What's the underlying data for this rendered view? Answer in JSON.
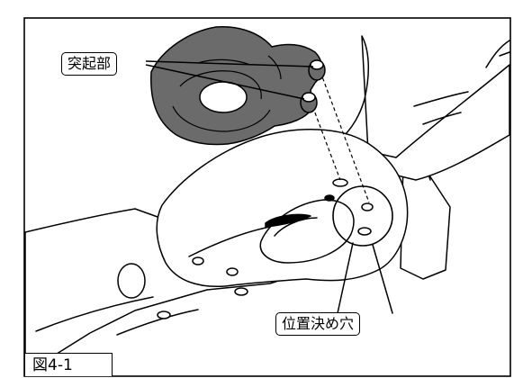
{
  "figure": {
    "caption": "図4-1",
    "labels": {
      "protrusion": "突起部",
      "positioning_holes": "位置決め穴"
    }
  },
  "colors": {
    "part_fill": "#6b6b6b",
    "line": "#000000",
    "background": "#ffffff"
  }
}
